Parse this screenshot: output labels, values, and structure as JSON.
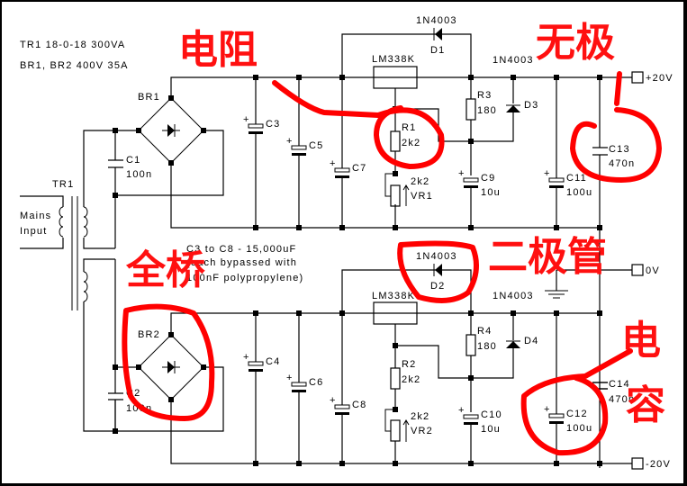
{
  "notes": {
    "transformer_spec": "TR1  18-0-18 300VA",
    "bridge_spec": "BR1, BR2  400V 35A",
    "cap_note_line1": "C3 to C8 - 15,000uF",
    "cap_note_line2": "(each bypassed with",
    "cap_note_line3": "100nF polypropylene)"
  },
  "input": {
    "label_line1": "Mains",
    "label_line2": "Input"
  },
  "components": {
    "TR1": {
      "ref": "TR1"
    },
    "BR1": {
      "ref": "BR1"
    },
    "BR2": {
      "ref": "BR2"
    },
    "C1": {
      "ref": "C1",
      "value": "100n"
    },
    "C2": {
      "ref": "C2",
      "value": "100n"
    },
    "C3": {
      "ref": "C3"
    },
    "C4": {
      "ref": "C4"
    },
    "C5": {
      "ref": "C5"
    },
    "C6": {
      "ref": "C6"
    },
    "C7": {
      "ref": "C7"
    },
    "C8": {
      "ref": "C8"
    },
    "U1": {
      "part": "LM338K"
    },
    "U2": {
      "part": "LM338K"
    },
    "D1": {
      "ref": "D1",
      "part": "1N4003"
    },
    "D2": {
      "ref": "D2",
      "part": "1N4003"
    },
    "D3": {
      "ref": "D3",
      "part": "1N4003"
    },
    "D4": {
      "ref": "D4",
      "part": "1N4003"
    },
    "R1": {
      "ref": "R1",
      "value": "2k2"
    },
    "R2": {
      "ref": "R2",
      "value": "2k2"
    },
    "R3": {
      "ref": "R3",
      "value": "180"
    },
    "R4": {
      "ref": "R4",
      "value": "180"
    },
    "VR1": {
      "ref": "VR1",
      "value": "2k2"
    },
    "VR2": {
      "ref": "VR2",
      "value": "2k2"
    },
    "C9": {
      "ref": "C9",
      "value": "10u"
    },
    "C10": {
      "ref": "C10",
      "value": "10u"
    },
    "C11": {
      "ref": "C11",
      "value": "100u"
    },
    "C12": {
      "ref": "C12",
      "value": "100u"
    },
    "C13": {
      "ref": "C13",
      "value": "470n"
    },
    "C14": {
      "ref": "C14",
      "value": "470n"
    }
  },
  "outputs": {
    "pos": "+20V",
    "gnd": "0V",
    "neg": "-20V"
  },
  "annotations": {
    "resistor": "电阻",
    "nonpolar": "无极",
    "bridge": "全桥",
    "diode": "二极管",
    "capacitor_1": "电",
    "capacitor_2": "容",
    "color": "#ff0000"
  }
}
